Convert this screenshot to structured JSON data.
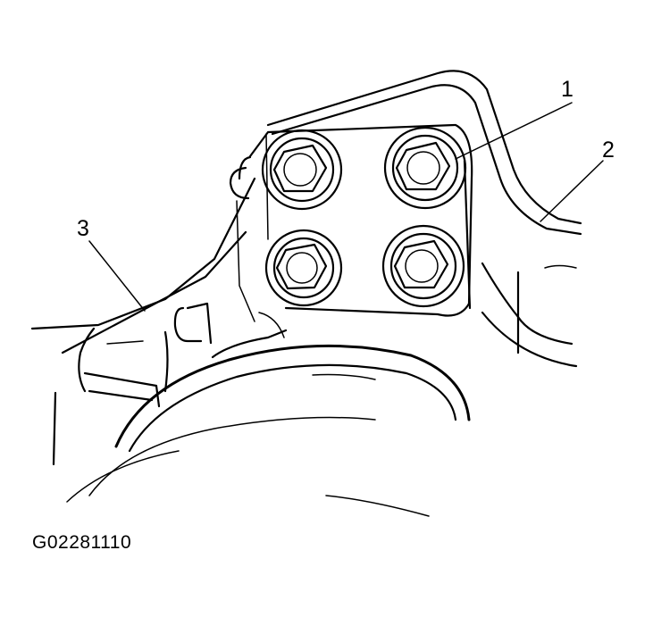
{
  "callouts": {
    "c1": "1",
    "c2": "2",
    "c3": "3"
  },
  "figure_id": "G02281110",
  "colors": {
    "line": "#000000",
    "background": "#ffffff"
  }
}
